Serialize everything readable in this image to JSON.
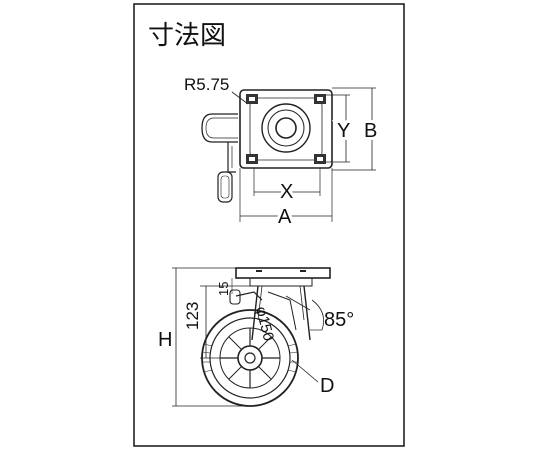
{
  "title": "寸法図",
  "labels": {
    "radius": "R5.75",
    "Y": "Y",
    "B": "B",
    "X": "X",
    "A": "A",
    "H": "H",
    "h123": "123",
    "n15": "15",
    "d150": "φ150",
    "angle": "85°",
    "D": "D"
  }
}
